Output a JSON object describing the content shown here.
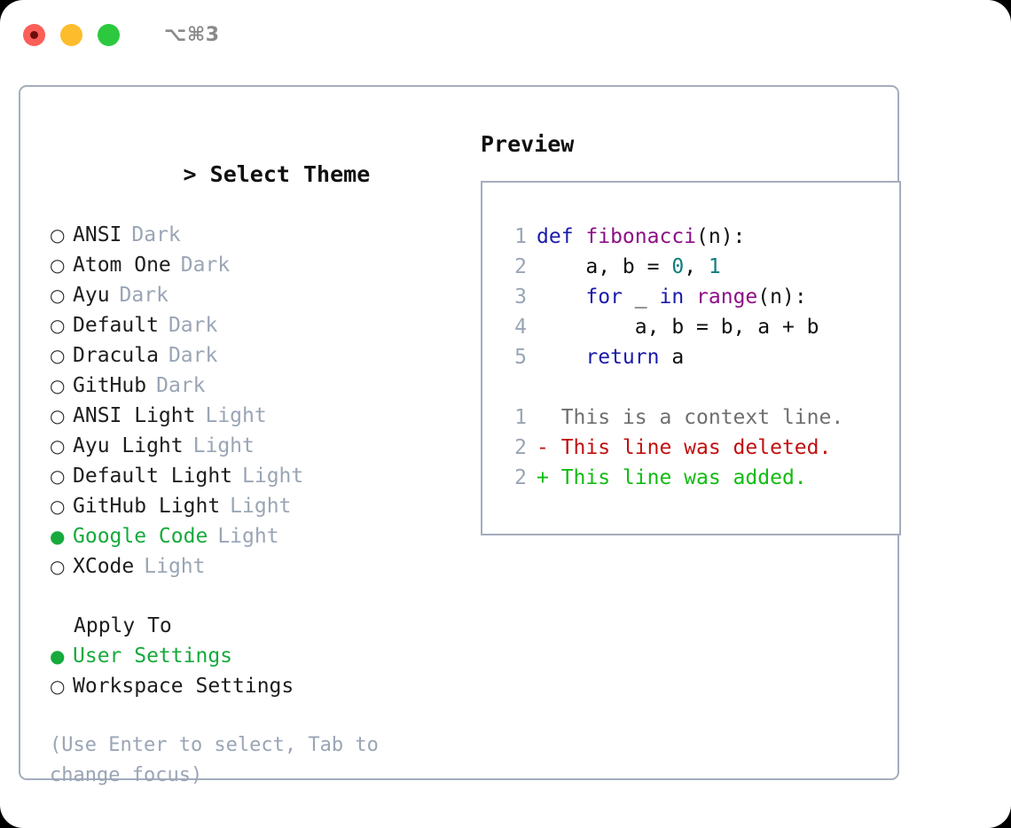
{
  "titlebar": {
    "shortcut": "⌥⌘3",
    "buttons": [
      {
        "name": "close",
        "color": "#fb5f57"
      },
      {
        "name": "minimize",
        "color": "#fcbc2c"
      },
      {
        "name": "maximize",
        "color": "#2cc93f"
      }
    ]
  },
  "theme_picker": {
    "caret": ">",
    "title": "Select Theme",
    "bullet_selected": "●",
    "bullet_unselected": "○",
    "items": [
      {
        "label": "ANSI",
        "tag": "Dark",
        "selected": false
      },
      {
        "label": "Atom One",
        "tag": "Dark",
        "selected": false
      },
      {
        "label": "Ayu",
        "tag": "Dark",
        "selected": false
      },
      {
        "label": "Default",
        "tag": "Dark",
        "selected": false
      },
      {
        "label": "Dracula",
        "tag": "Dark",
        "selected": false
      },
      {
        "label": "GitHub",
        "tag": "Dark",
        "selected": false
      },
      {
        "label": "ANSI Light",
        "tag": "Light",
        "selected": false
      },
      {
        "label": "Ayu Light",
        "tag": "Light",
        "selected": false
      },
      {
        "label": "Default Light",
        "tag": "Light",
        "selected": false
      },
      {
        "label": "GitHub Light",
        "tag": "Light",
        "selected": false
      },
      {
        "label": "Google Code",
        "tag": "Light",
        "selected": true
      },
      {
        "label": "XCode",
        "tag": "Light",
        "selected": false
      }
    ]
  },
  "apply_to": {
    "title": "Apply To",
    "items": [
      {
        "label": "User Settings",
        "selected": true
      },
      {
        "label": "Workspace Settings",
        "selected": false
      }
    ]
  },
  "hint": "(Use Enter to select, Tab to change focus)",
  "preview": {
    "heading": "Preview",
    "code_lines": [
      {
        "number": "1",
        "tokens": [
          {
            "text": "def ",
            "type": "kw"
          },
          {
            "text": "fibonacci",
            "type": "fn"
          },
          {
            "text": "(n):",
            "type": "plain"
          }
        ]
      },
      {
        "number": "2",
        "tokens": [
          {
            "text": "    a, b = ",
            "type": "plain"
          },
          {
            "text": "0",
            "type": "num"
          },
          {
            "text": ", ",
            "type": "plain"
          },
          {
            "text": "1",
            "type": "num"
          }
        ]
      },
      {
        "number": "3",
        "tokens": [
          {
            "text": "    ",
            "type": "plain"
          },
          {
            "text": "for",
            "type": "kw"
          },
          {
            "text": " _ ",
            "type": "plain"
          },
          {
            "text": "in",
            "type": "kw"
          },
          {
            "text": " ",
            "type": "plain"
          },
          {
            "text": "range",
            "type": "fn"
          },
          {
            "text": "(n):",
            "type": "plain"
          }
        ]
      },
      {
        "number": "4",
        "tokens": [
          {
            "text": "        a, b = b, a + b",
            "type": "plain"
          }
        ]
      },
      {
        "number": "5",
        "tokens": [
          {
            "text": "    ",
            "type": "plain"
          },
          {
            "text": "return",
            "type": "kw"
          },
          {
            "text": " a",
            "type": "plain"
          }
        ]
      }
    ],
    "diff_lines": [
      {
        "number": "1",
        "marker": " ",
        "text": " This is a context line.",
        "type": "ctx"
      },
      {
        "number": "2",
        "marker": "-",
        "text": " This line was deleted.",
        "type": "del"
      },
      {
        "number": "2",
        "marker": "+",
        "text": " This line was added.",
        "type": "add"
      }
    ]
  },
  "colors": {
    "accent_green": "#17aa3c",
    "muted": "#9aa5b5",
    "border": "#a4adbd",
    "keyword": "#1a1aaa",
    "function": "#8c0f87",
    "number": "#0f7d7d",
    "diff_add": "#11bb11",
    "diff_del": "#c10f0f",
    "diff_ctx": "#6f6f6f"
  }
}
